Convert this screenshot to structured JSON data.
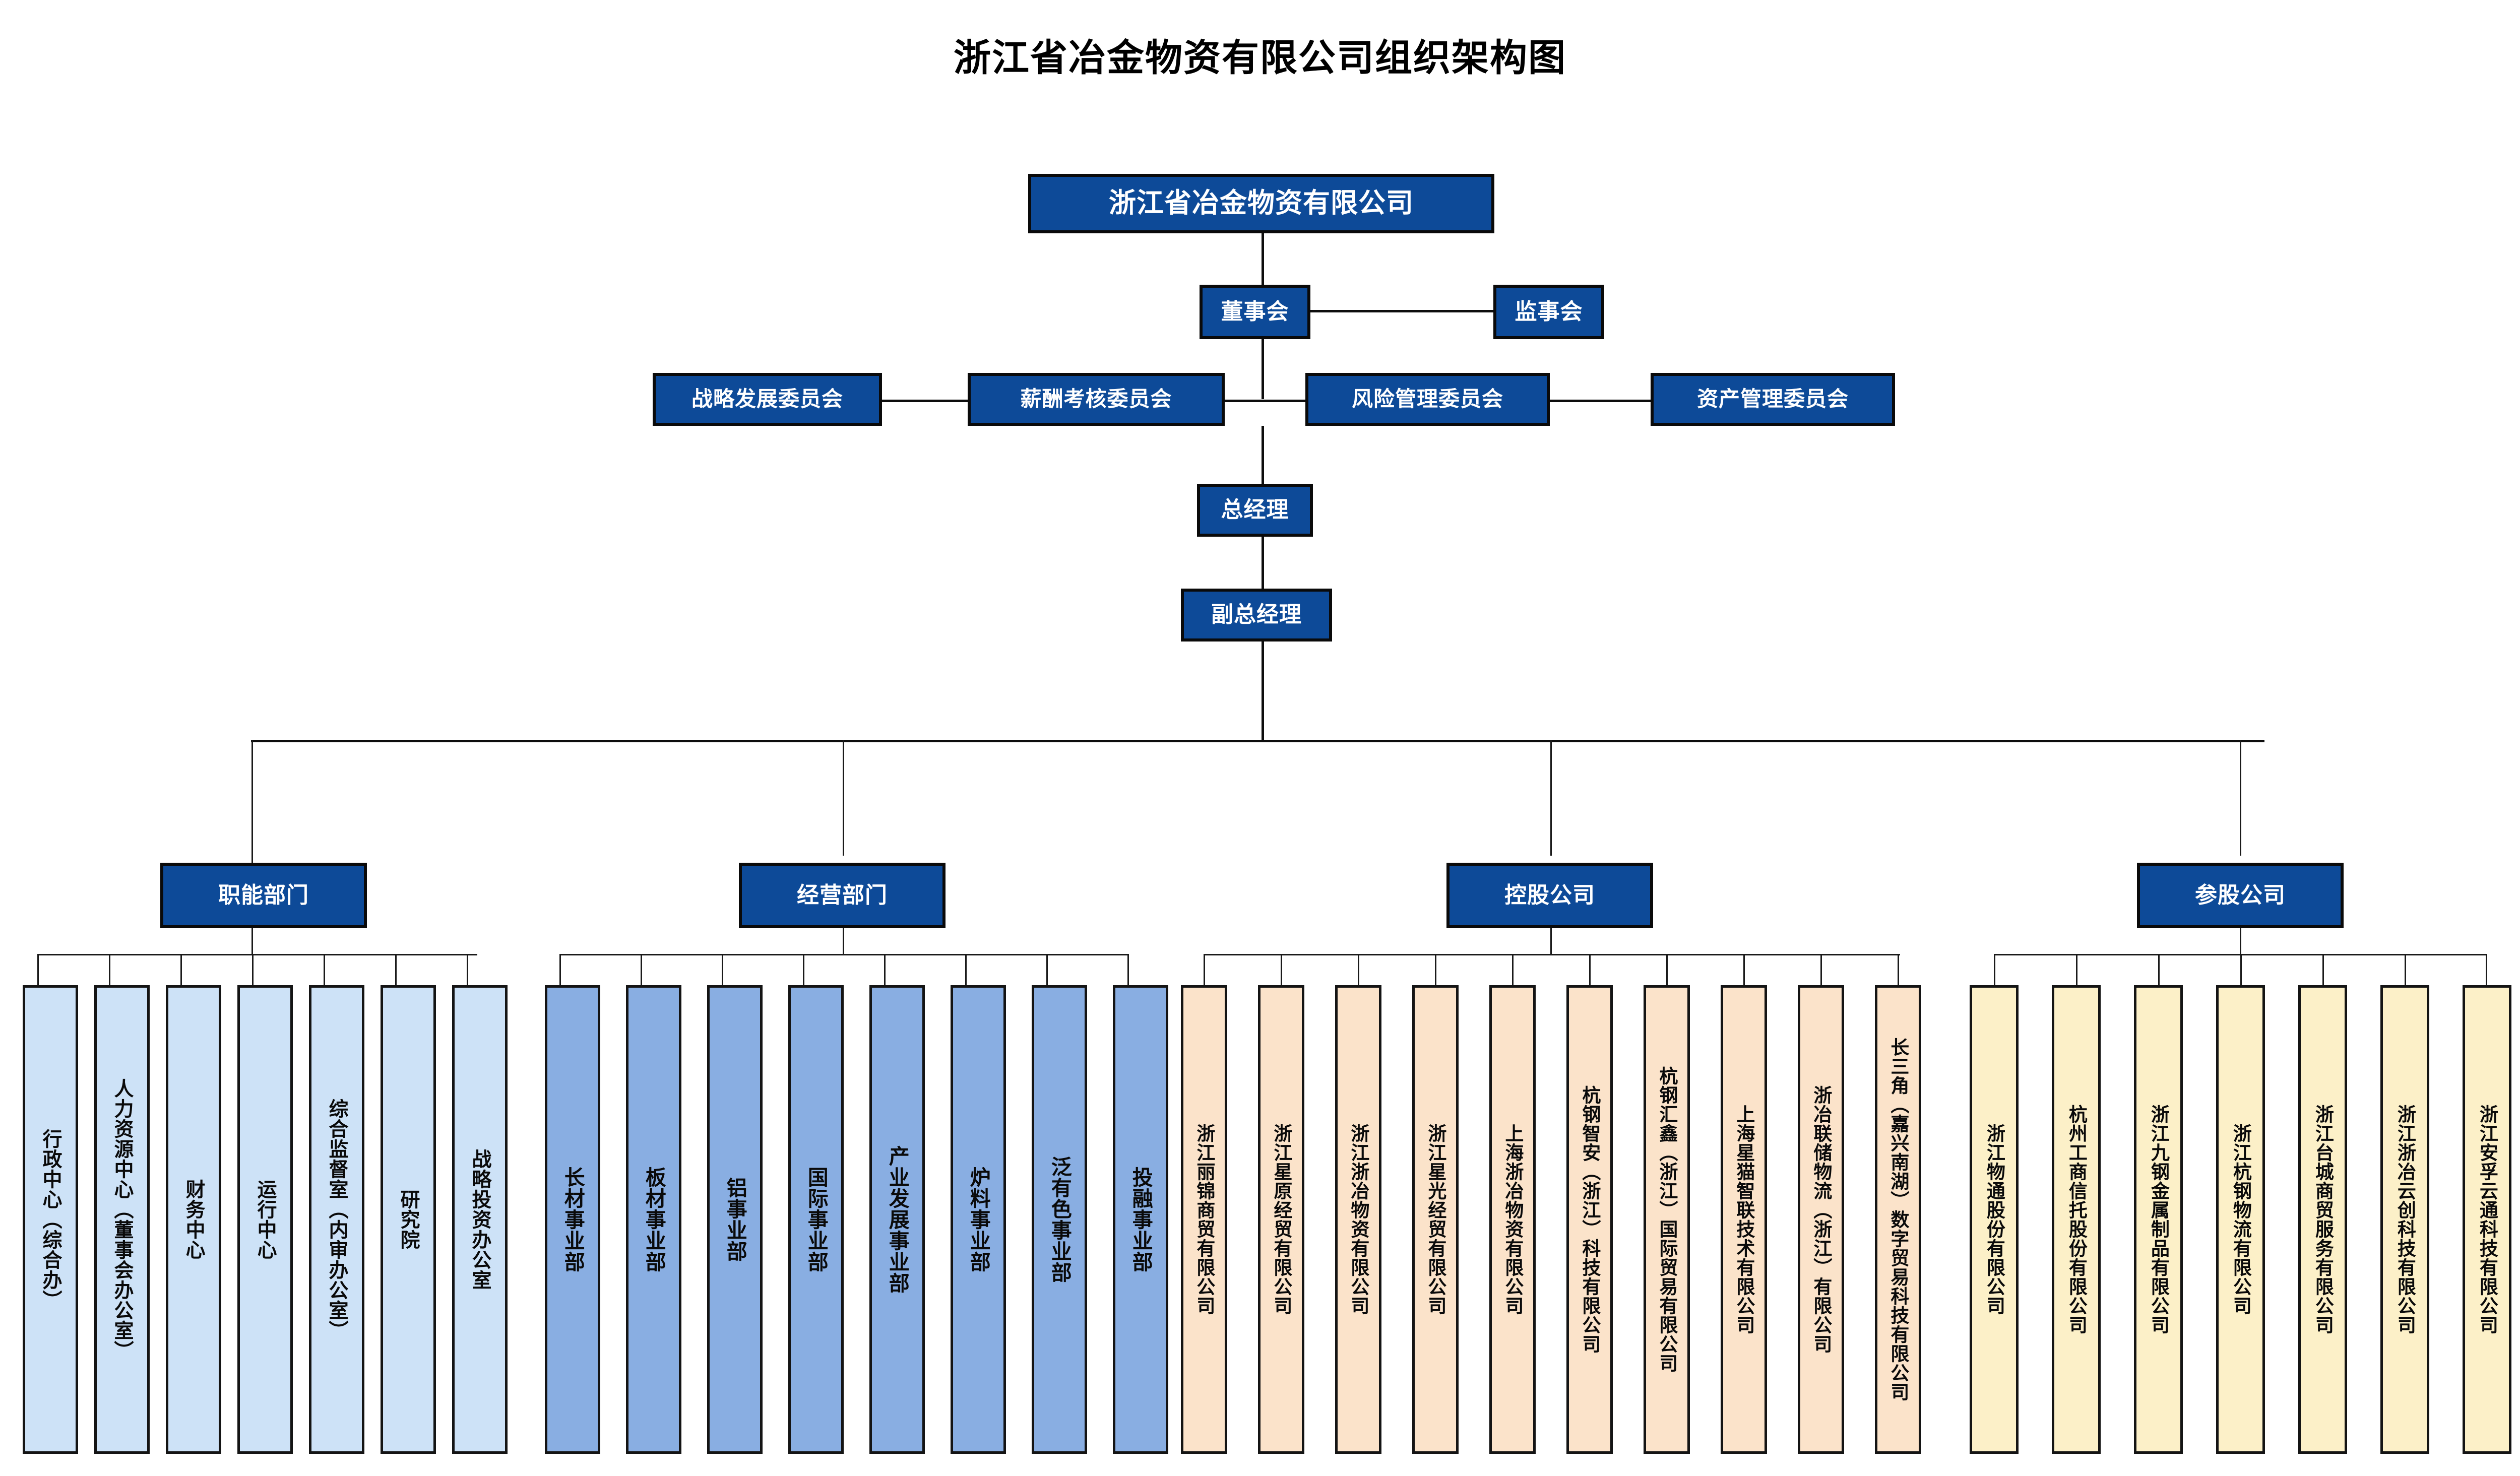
{
  "title": "浙江省冶金物资有限公司组织架构图",
  "root": {
    "label": "浙江省冶金物资有限公司"
  },
  "governance": {
    "board": "董事会",
    "supervisors": "监事会",
    "committees": [
      "战略发展委员会",
      "薪酬考核委员会",
      "风险管理委员会",
      "资产管理委员会"
    ]
  },
  "management": {
    "general_manager": "总经理",
    "deputy_general_manager": "副总经理"
  },
  "groups": [
    {
      "header": "职能部门",
      "items": [
        "行政中心（综合办）",
        "人力资源中心（董事会办公室）",
        "财务中心",
        "运行中心",
        "综合监督室（内审办公室）",
        "研究院",
        "战略投资办公室"
      ]
    },
    {
      "header": "经营部门",
      "items": [
        "长材事业部",
        "板材事业部",
        "铝事业部",
        "国际事业部",
        "产业发展事业部",
        "炉料事业部",
        "泛有色事业部",
        "投融事业部"
      ]
    },
    {
      "header": "控股公司",
      "items": [
        "浙江丽锦商贸有限公司",
        "浙江星原经贸有限公司",
        "浙江浙冶物资有限公司",
        "浙江星光经贸有限公司",
        "上海浙冶物资有限公司",
        "杭钢智安（浙江）科技有限公司",
        "杭钢汇鑫（浙江）国际贸易有限公司",
        "上海星猫智联技术有限公司",
        "浙冶联储物流（浙江）有限公司",
        "长三角（嘉兴南湖）数字贸易科技有限公司"
      ]
    },
    {
      "header": "参股公司",
      "items": [
        "浙江物通股份有限公司",
        "杭州工商信托股份有限公司",
        "浙江九钢金属制品有限公司",
        "浙江杭钢物流有限公司",
        "浙江台城商贸服务有限公司",
        "浙江浙冶云创科技有限公司",
        "浙江安孚云通科技有限公司"
      ]
    }
  ],
  "colors": {
    "node_blue": "#0d4a98",
    "functional_fill": "#cde2f7",
    "business_fill": "#89aee2",
    "holding_fill": "#fbe3ca",
    "participating_fill": "#fcf0c8",
    "line": "#0d0d0d"
  }
}
